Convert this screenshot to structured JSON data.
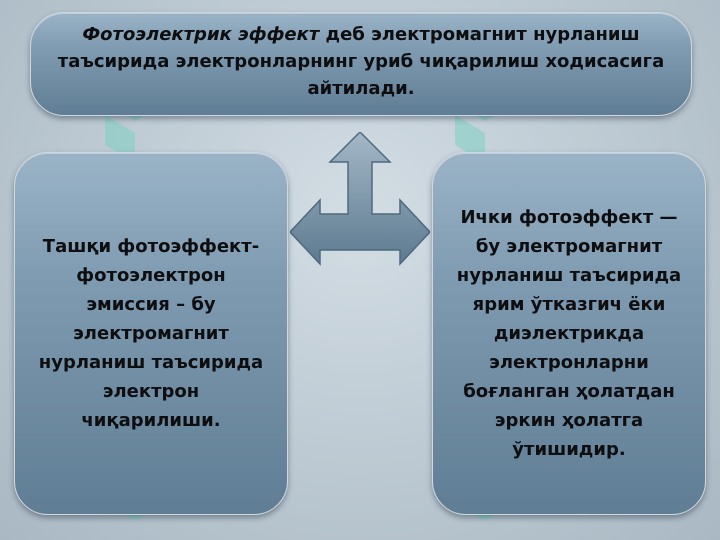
{
  "colors": {
    "box_fill_top": "#9ab3c7",
    "box_fill_bottom": "#5f7d94",
    "background": "#bcc9d2",
    "watermark": "#7fd0c4"
  },
  "definition": {
    "term": "Фотоэлектрик эффект",
    "text": " деб электромагнит нурланиш таъсирида электронларнинг уриб чиқарилиш ходисасига айтилади."
  },
  "external_effect": {
    "text": "Ташқи фотоэффект- фотоэлектрон эмиссия – бу электромагнит нурланиш таъсирида электрон чиқарилиши."
  },
  "internal_effect": {
    "text": "Ички фотоэффект — бу электромагнит нурланиш таъсирида ярим ўтказгич ёки диэлектрикда электронларни боғланган ҳолатдан эркин ҳолатга ўтишидир."
  },
  "icons": {
    "arrow": "three-way-arrow-icon",
    "watermark": "logo-watermark-icon"
  }
}
